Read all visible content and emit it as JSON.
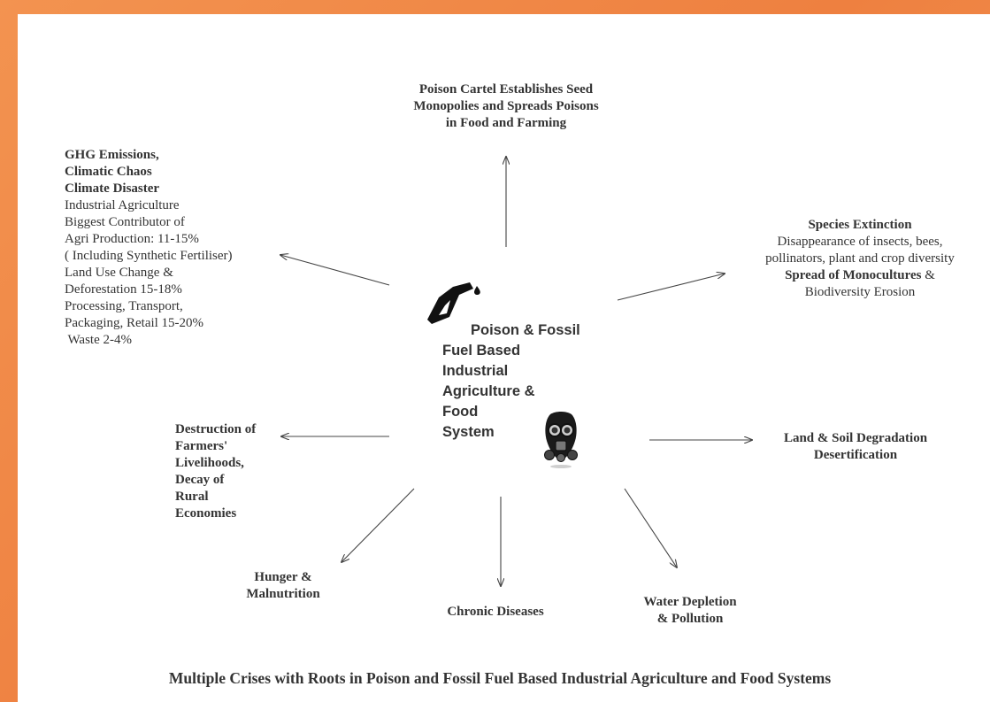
{
  "center": {
    "lines": [
      "Poison & Fossil",
      "Fuel Based",
      "Industrial",
      "Agriculture &",
      "Food",
      "System"
    ],
    "icons": [
      "fuel-pump-nozzle-icon",
      "gas-mask-icon"
    ]
  },
  "top": {
    "lines": [
      "Poison Cartel Establishes Seed",
      "Monopolies and Spreads Poisons",
      "in Food and Farming"
    ]
  },
  "ghg": {
    "bold_lines": [
      "GHG Emissions,",
      "Climatic Chaos",
      "Climate Disaster"
    ],
    "lines": [
      "Industrial Agriculture",
      "Biggest Contributor of",
      "Agri Production: 11-15%",
      "( Including Synthetic Fertiliser)",
      "Land Use Change &",
      "Deforestation 15-18%",
      "Processing, Transport,",
      "Packaging, Retail 15-20%",
      " Waste 2-4%"
    ]
  },
  "species": {
    "title": "Species Extinction",
    "line1": "Disappearance of insects, bees,",
    "line2": "pollinators, plant and crop diversity",
    "line3_bold": "Spread of Monocultures",
    "line3_rest": " &",
    "line4": "Biodiversity Erosion"
  },
  "farmers": {
    "lines": [
      "Destruction of",
      "Farmers'",
      "Livelihoods,",
      "Decay of",
      "Rural",
      "Economies"
    ]
  },
  "land": {
    "lines": [
      "Land & Soil Degradation",
      "Desertification"
    ]
  },
  "hunger": {
    "lines": [
      "Hunger &",
      "Malnutrition"
    ]
  },
  "chronic": {
    "lines": [
      "Chronic Diseases"
    ]
  },
  "water": {
    "lines": [
      "Water Depletion",
      "& Pollution"
    ]
  },
  "footer": "Multiple Crises with Roots in Poison and Fossil Fuel Based Industrial Agriculture and Food Systems",
  "colors": {
    "border": "#f08a43",
    "text": "#333333",
    "arrow": "#444444"
  }
}
